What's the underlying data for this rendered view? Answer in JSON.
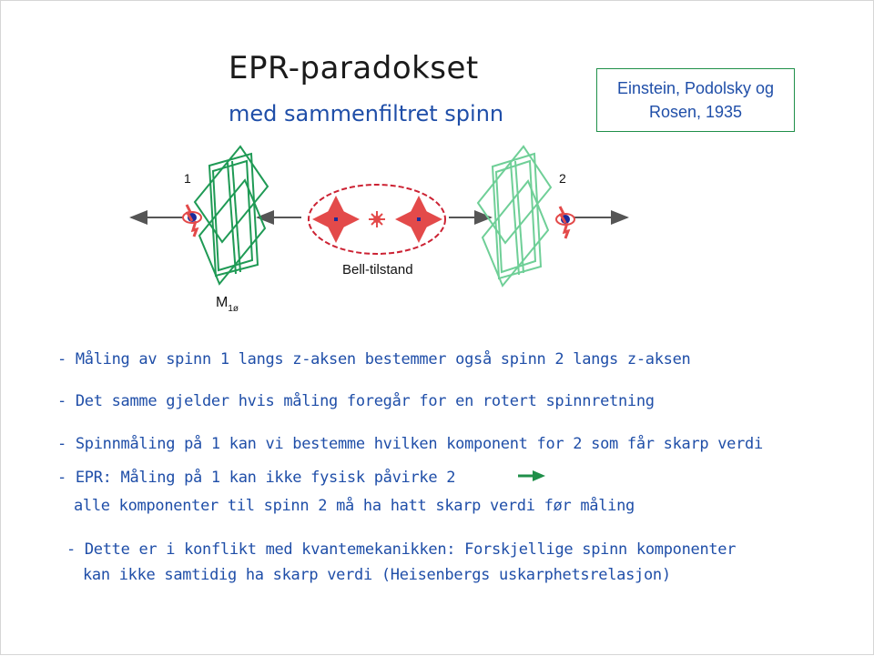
{
  "header": {
    "title": "EPR-paradokset",
    "subtitle": "med sammenfiltret spinn"
  },
  "reference": {
    "line1": "Einstein, Podolsky og",
    "line2": "Rosen, 1935"
  },
  "diagram": {
    "label_1": "1",
    "label_2": "2",
    "bell_label": "Bell-tilstand",
    "magnet_label": "M",
    "magnet_subscript": "1ø",
    "colors": {
      "magnet_dark": "#1f9a55",
      "magnet_light": "#6fcf97",
      "arrow": "#555555",
      "particle": "#1a2a9a",
      "spin_arrow": "#e34a4a",
      "bell_ellipse": "#cc2233"
    }
  },
  "bullets": [
    "- Måling av spinn 1 langs z-aksen bestemmer også spinn 2 langs z-aksen",
    "- Det samme gjelder hvis måling foregår for en rotert spinnretning",
    "- Spinnmåling på 1 kan vi bestemme hvilken komponent for 2 som får skarp verdi",
    "- EPR: Måling på 1 kan ikke fysisk påvirke 2",
    "alle komponenter til spinn 2 må ha hatt skarp verdi før måling",
    "- Dette er i konflikt med kvantemekanikken: Forskjellige spinn komponenter",
    "kan ikke samtidig ha skarp verdi (Heisenbergs uskarphetsrelasjon)"
  ]
}
